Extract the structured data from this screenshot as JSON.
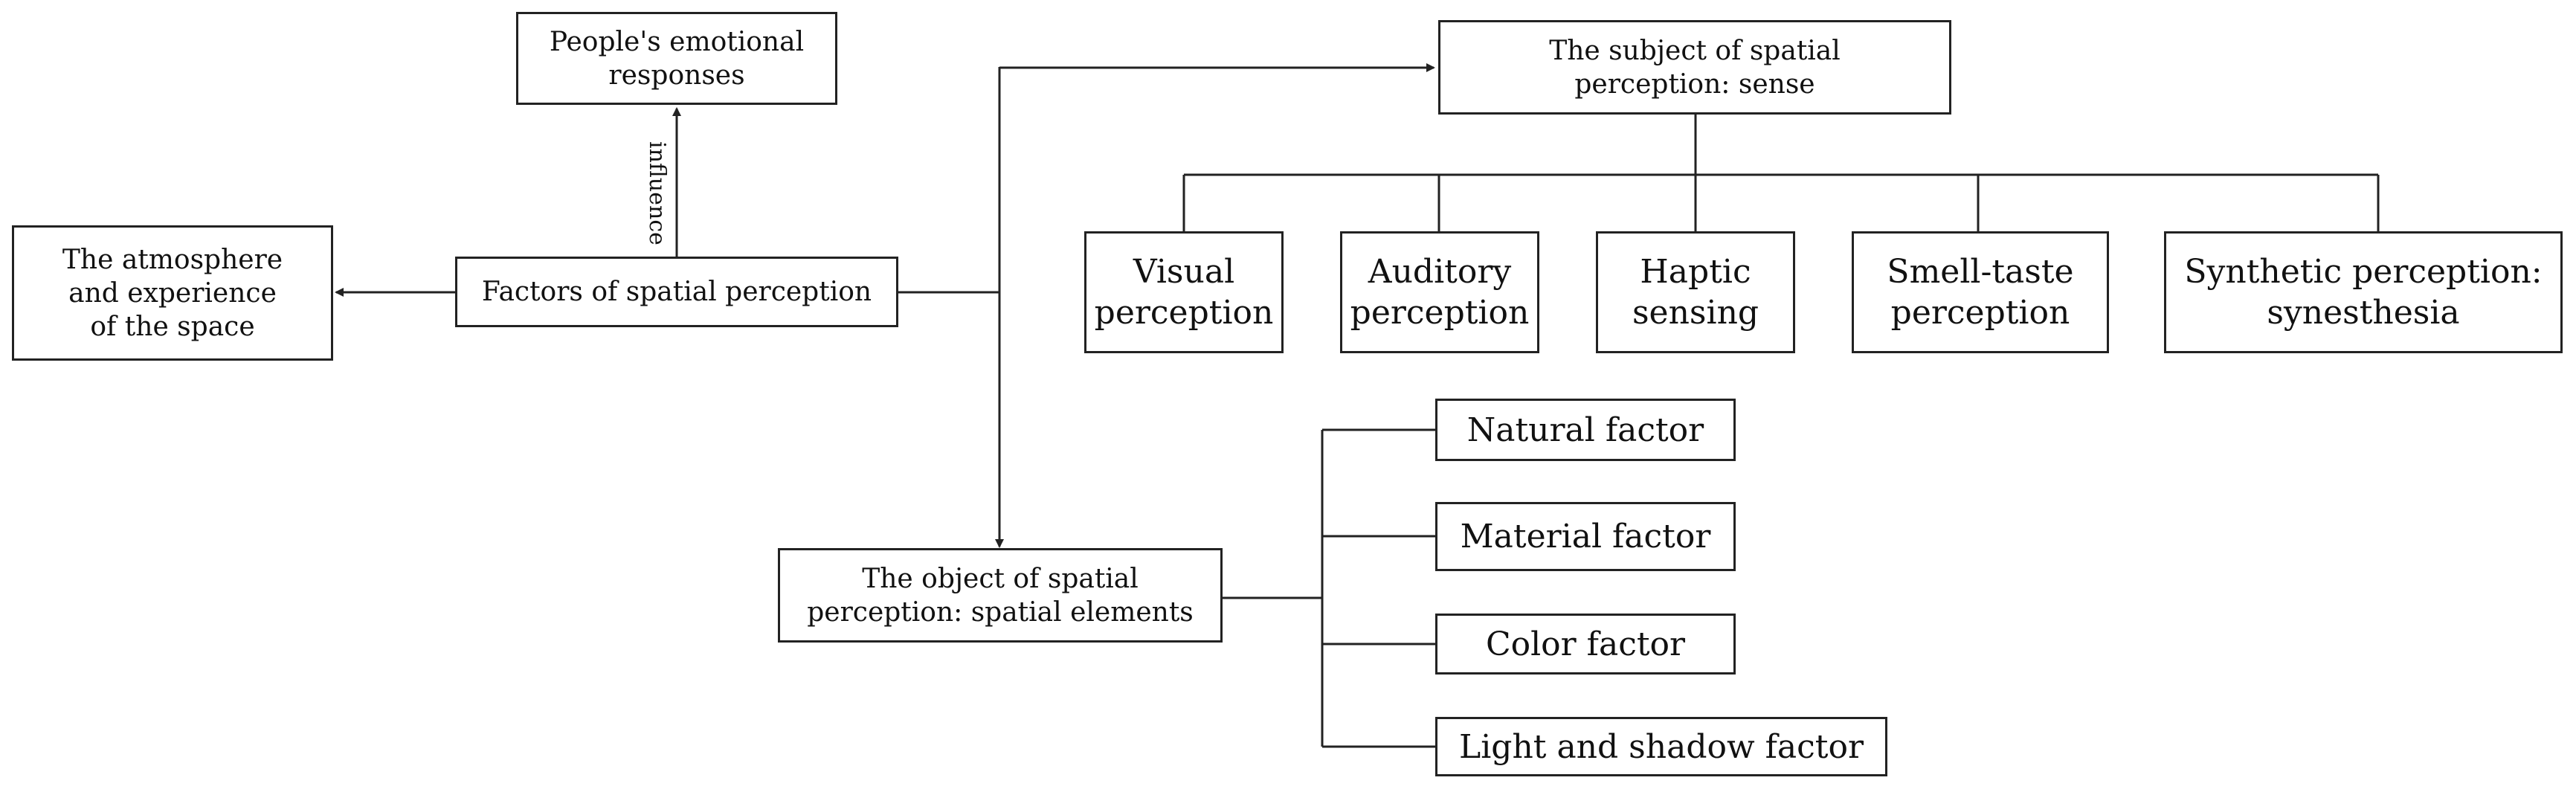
{
  "nodes": {
    "emotional": "People's emotional responses",
    "atmosphere": "The atmosphere and experience of the space",
    "factors": "Factors of spatial perception",
    "subject": "The subject of spatial perception: sense",
    "object": "The object of spatial perception: spatial elements",
    "visual": "Visual perception",
    "auditory": "Auditory perception",
    "haptic": "Haptic sensing",
    "smell": "Smell-taste perception",
    "synthetic": "Synthetic perception: synesthesia",
    "natural": "Natural factor",
    "material": "Material factor",
    "color": "Color factor",
    "light": "Light and shadow factor"
  },
  "edge_labels": {
    "influence": "influence"
  }
}
